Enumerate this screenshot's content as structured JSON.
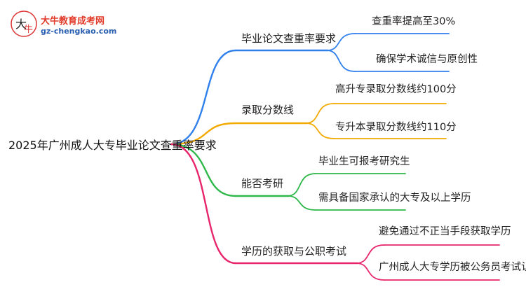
{
  "logo": {
    "title": "大牛教育成考网",
    "url": "gz-chengkao.com"
  },
  "root": {
    "label": "2025年广州成人大专毕业论文查重率要求"
  },
  "branches": [
    {
      "label": "毕业论文查重率要求",
      "color": "#2f80ed",
      "leaves": [
        "查重率提高至30%",
        "确保学术诚信与原创性"
      ]
    },
    {
      "label": "录取分数线",
      "color": "#f2a900",
      "leaves": [
        "高升专录取分数线约100分",
        "专升本录取分数线约110分"
      ]
    },
    {
      "label": "能否考研",
      "color": "#2fb84a",
      "leaves": [
        "毕业生可报考研究生",
        "需具备国家承认的大专及以上学历"
      ]
    },
    {
      "label": "学历的获取与公职考试",
      "color": "#e8256b",
      "leaves": [
        "避免通过不正当手段获取学历",
        "广州成人大专学历被公务员考试认可"
      ]
    }
  ]
}
